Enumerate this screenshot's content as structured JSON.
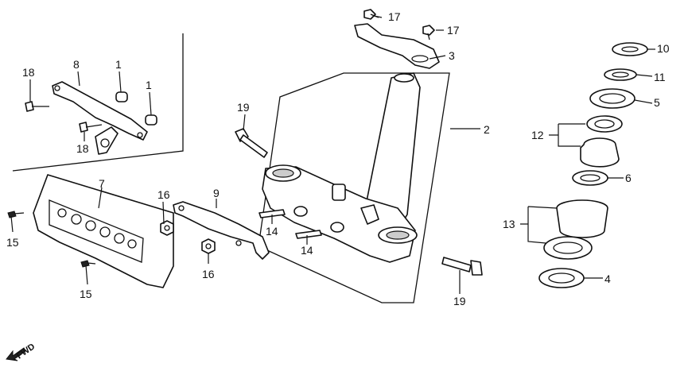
{
  "callouts": {
    "c1a": "1",
    "c1b": "1",
    "c2": "2",
    "c3": "3",
    "c4": "4",
    "c5": "5",
    "c6": "6",
    "c7": "7",
    "c8": "8",
    "c9": "9",
    "c10": "10",
    "c11": "11",
    "c12": "12",
    "c13": "13",
    "c14a": "14",
    "c14b": "14",
    "c15a": "15",
    "c15b": "15",
    "c16a": "16",
    "c16b": "16",
    "c17a": "17",
    "c17b": "17",
    "c18a": "18",
    "c18b": "18",
    "c19a": "19",
    "c19b": "19"
  },
  "fwd_label": "FWD",
  "colors": {
    "line": "#111111",
    "background": "#ffffff"
  }
}
